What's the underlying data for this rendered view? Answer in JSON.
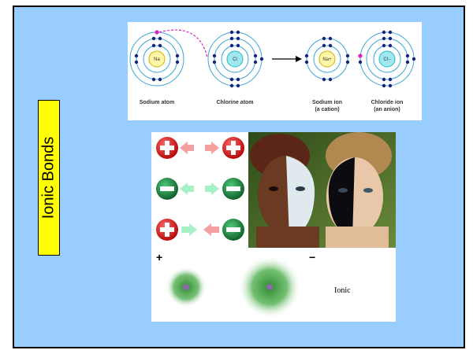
{
  "slide": {
    "title": "Ionic Bonds"
  },
  "atoms": {
    "sodium_atom": "Sodium atom",
    "chlorine_atom": "Chlorine atom",
    "sodium_ion_line1": "Sodium ion",
    "sodium_ion_line2": "(a cation)",
    "chloride_ion_line1": "Chloride ion",
    "chloride_ion_line2": "(an anion)",
    "na": "Na",
    "cl": "Cl",
    "na_plus": "Na+",
    "cl_minus": "Cl−"
  },
  "charges": {
    "rows": [
      "positive-positive repel",
      "negative-negative repel",
      "positive-negative attract"
    ]
  },
  "clouds": {
    "plus": "+",
    "minus": "−",
    "label": "Ionic"
  },
  "colors": {
    "slide_bg": "#99ccff",
    "title_bg": "#ffff00",
    "positive": "#d42020",
    "negative": "#1f7a3a",
    "repel_arrow": "#f4a0a0",
    "attract_arrow": "#a8f0c8"
  }
}
